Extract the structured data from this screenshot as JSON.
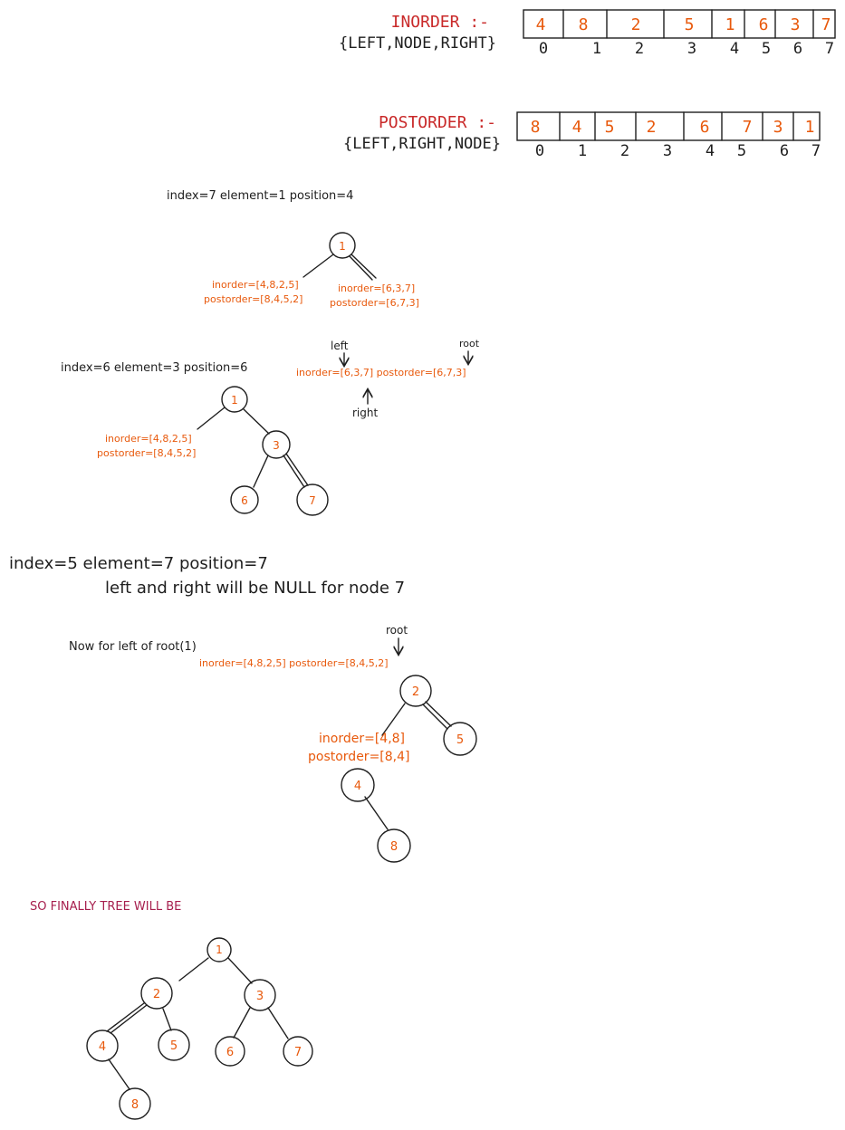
{
  "inorder_block": {
    "title": "INORDER :-",
    "subtitle": "{LEFT,NODE,RIGHT}",
    "cells": [
      "4",
      "8",
      "2",
      "5",
      "1",
      "6",
      "3",
      "7"
    ],
    "indices": [
      "0",
      "1",
      "2",
      "3",
      "4",
      "5",
      "6",
      "7"
    ]
  },
  "postorder_block": {
    "title": "POSTORDER :-",
    "subtitle": "{LEFT,RIGHT,NODE}",
    "cells": [
      "8",
      "4",
      "5",
      "2",
      "6",
      "7",
      "3",
      "1"
    ],
    "indices": [
      "0",
      "1",
      "2",
      "3",
      "4",
      "5",
      "6",
      "7"
    ]
  },
  "step1": {
    "caption": "index=7 element=1 position=4",
    "root": "1",
    "left_inorder": "inorder=[4,8,2,5]",
    "left_postorder": "postorder=[8,4,5,2]",
    "right_inorder": "inorder=[6,3,7]",
    "right_postorder": "postorder=[6,7,3]"
  },
  "step2": {
    "caption": "index=6 element=3 position=6",
    "root": "1",
    "child": "3",
    "leaf_left": "6",
    "leaf_right": "7",
    "left_inorder": "inorder=[4,8,2,5]",
    "left_postorder": "postorder=[8,4,5,2]",
    "pointer_left": "left",
    "pointer_root": "root",
    "pointer_right": "right",
    "arrays_line": "inorder=[6,3,7] postorder=[6,7,3]"
  },
  "step3": {
    "caption": "index=5 element=7 position=7",
    "note": "left and right will be NULL for node 7"
  },
  "step4": {
    "caption": "Now for left of root(1)",
    "pointer_root": "root",
    "arrays_line": "inorder=[4,8,2,5] postorder=[8,4,5,2]",
    "root": "2",
    "right_child": "5",
    "left_inorder": "inorder=[4,8]",
    "left_postorder": "postorder=[8,4]",
    "left_child": "4",
    "grandchild": "8"
  },
  "final": {
    "caption": "SO FINALLY TREE WILL BE",
    "nodes": [
      "1",
      "2",
      "3",
      "4",
      "5",
      "6",
      "7",
      "8"
    ]
  }
}
